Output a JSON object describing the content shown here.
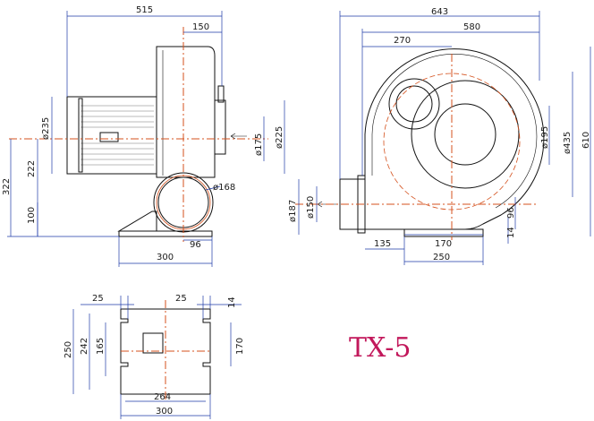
{
  "model": "TX-5",
  "side_view": {
    "dims": {
      "overall_width": "515",
      "outlet_offset": "150",
      "motor_dia": "ø235",
      "inlet_dia": "ø175",
      "flange_dia": "ø225",
      "outlet_dia": "ø168",
      "base_offset": "96",
      "height_total": "322",
      "height_axis": "222",
      "height_outlet": "100",
      "base_width": "300"
    }
  },
  "front_view": {
    "dims": {
      "overall_width": "643",
      "width_580": "580",
      "width_270": "270",
      "height_610": "610",
      "height_435": "ø435",
      "inlet_dia": "ø195",
      "flange_offset": "14",
      "gap_96": "96",
      "outlet_187": "ø187",
      "outlet_150": "ø150",
      "base_135": "135",
      "base_170": "170",
      "base_250": "250"
    }
  },
  "base_view": {
    "dims": {
      "slot_left": "25",
      "slot_right": "25",
      "right_14": "14",
      "height_250": "250",
      "height_242": "242",
      "height_165": "165",
      "height_170": "170",
      "width_264": "264",
      "width_300": "300"
    }
  },
  "colors": {
    "center_line": "#d4501c",
    "dimension_line": "#1e3aa8",
    "model_text": "#c2185b"
  }
}
